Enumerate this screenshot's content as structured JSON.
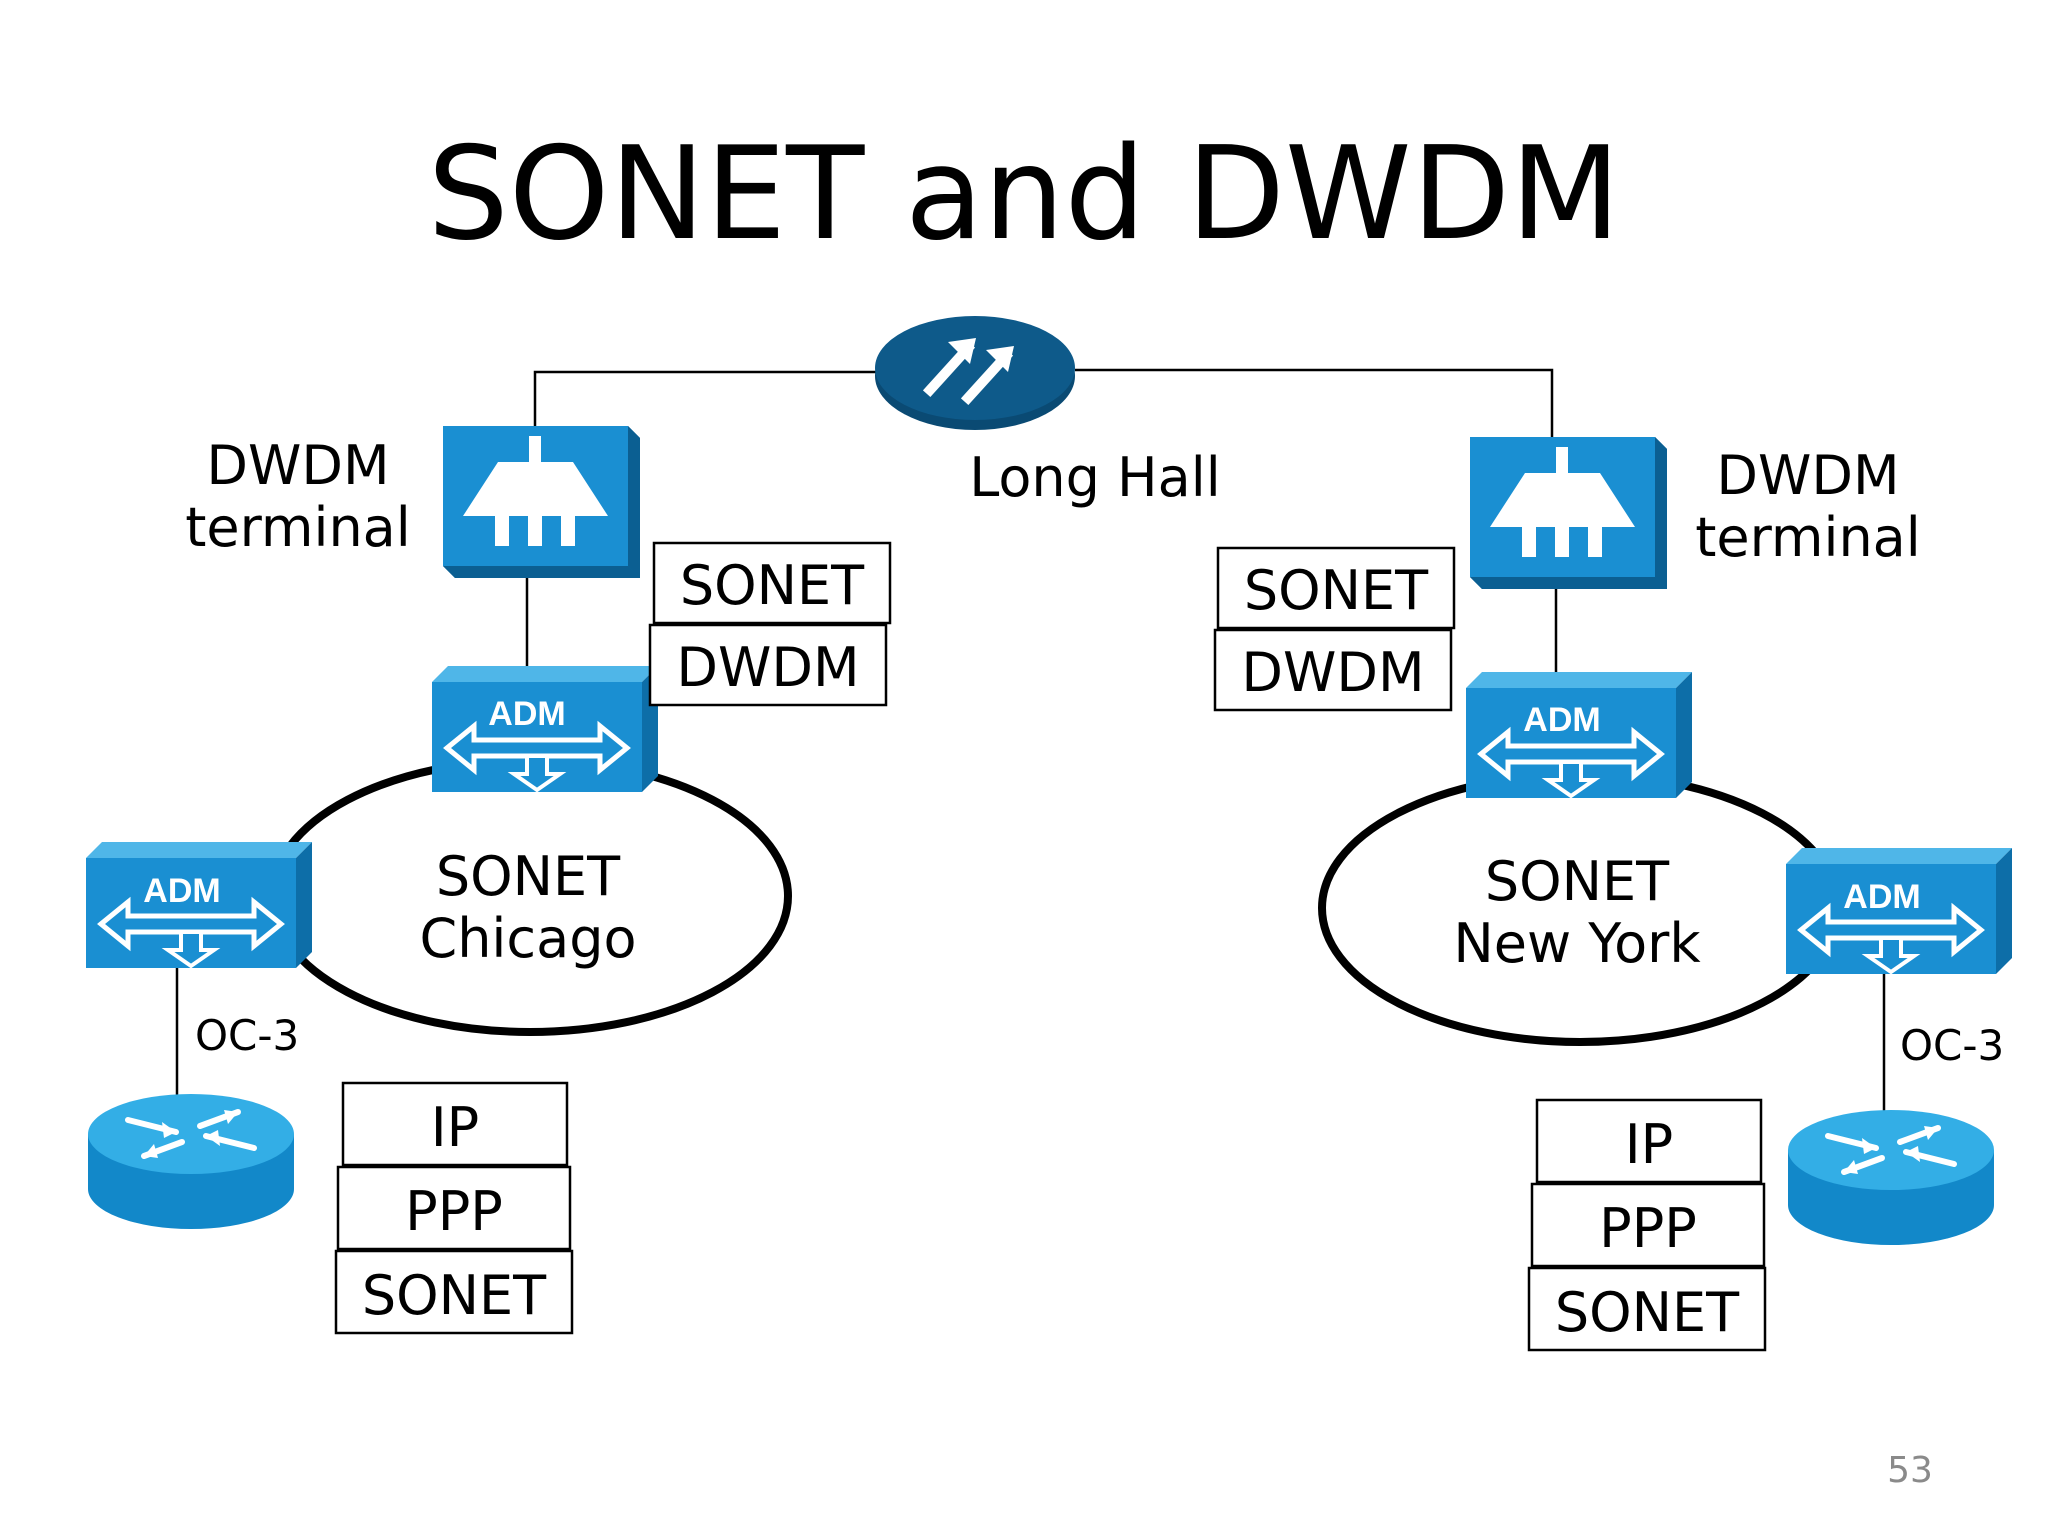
{
  "title": "SONET and DWDM",
  "page_number": "53",
  "core": {
    "label": "Long Hall"
  },
  "left": {
    "dwdm_terminal_label": [
      "DWDM",
      "terminal"
    ],
    "adm_label": "ADM",
    "edge_adm_label": "ADM",
    "ring_label": [
      "SONET",
      "Chicago"
    ],
    "link_label": "OC-3",
    "upper_stack": [
      "SONET",
      "DWDM"
    ],
    "lower_stack": [
      "IP",
      "PPP",
      "SONET"
    ]
  },
  "right": {
    "dwdm_terminal_label": [
      "DWDM",
      "terminal"
    ],
    "adm_label": "ADM",
    "edge_adm_label": "ADM",
    "ring_label": [
      "SONET",
      "New York"
    ],
    "link_label": "OC-3",
    "upper_stack": [
      "SONET",
      "DWDM"
    ],
    "lower_stack": [
      "IP",
      "PPP",
      "SONET"
    ]
  },
  "colors": {
    "device_face": "#1a8fd2",
    "device_top": "#4fb6e8",
    "device_side": "#0d6ea8",
    "core_router": "#0e5a8a",
    "router_top": "#33aee6",
    "router_side": "#1288c9"
  }
}
